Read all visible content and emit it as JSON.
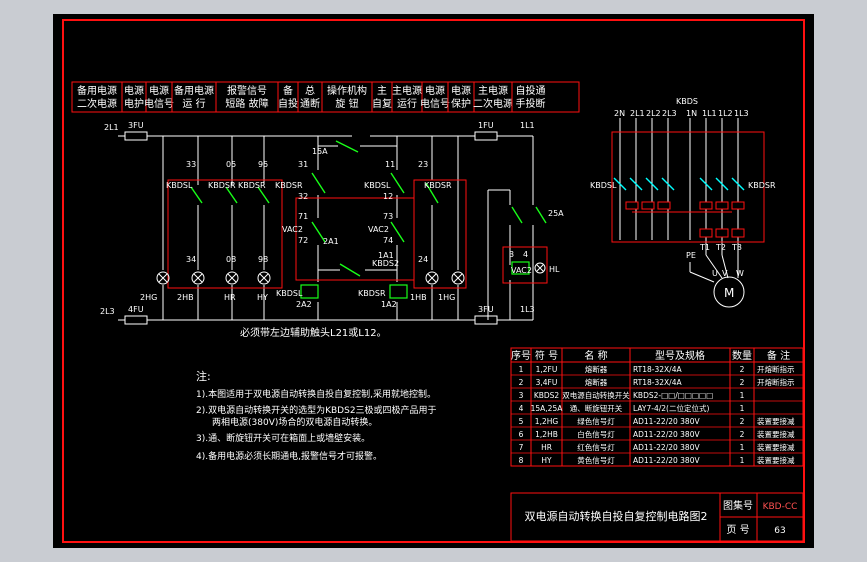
{
  "colors": {
    "background": "#000000",
    "frame": "#ff1010",
    "wire": "#ffffff",
    "contact": "#18ff18",
    "note_text": "#ffffff",
    "accent": "#ffff00",
    "component": "#00ffff",
    "page_margin": "#c9ccd2"
  },
  "header_columns": [
    {
      "top": "备用电源",
      "bottom": "二次电源"
    },
    {
      "top": "电源",
      "bottom": "电护"
    },
    {
      "top": "电源",
      "bottom": "电信号"
    },
    {
      "top": "备用电源",
      "bottom": "运    行"
    },
    {
      "top": "报警信号",
      "bottom": "短路  故障"
    },
    {
      "top": "备",
      "bottom": "自投"
    },
    {
      "top": "总",
      "bottom": "通断"
    },
    {
      "top": "操作机构",
      "bottom": "旋    钮"
    },
    {
      "top": "主",
      "bottom": "自复"
    },
    {
      "top": "主电源",
      "bottom": "运行"
    },
    {
      "top": "电源",
      "bottom": "电信号"
    },
    {
      "top": "电源",
      "bottom": "保护"
    },
    {
      "top": "主电源",
      "bottom": "二次电源"
    },
    {
      "top": "自投通",
      "bottom": "手投断"
    }
  ],
  "labels": {
    "l1_left": "2L1",
    "l3_left": "2L3",
    "fu_top_left": "3FU",
    "fu_bot_left": "4FU",
    "l1_right": "1L1",
    "l3_right": "1L3",
    "fu_top_right": "1FU",
    "fu_bot_right": "3FU",
    "n33": "33",
    "n05": "05",
    "n95": "95",
    "n31": "31",
    "n11": "11",
    "n23": "23",
    "n34": "34",
    "n08": "08",
    "n98": "98",
    "n24": "24",
    "n71": "71",
    "n72": "72",
    "n73": "73",
    "n74": "74",
    "n12": "12",
    "n32": "32",
    "n2a1": "2A1",
    "n1a1": "1A1",
    "n2a2": "2A2",
    "n1a2": "1A2",
    "kbdsl_1": "KBDSL",
    "kbdsr_1": "KBDSR",
    "kbdsr_2": "KBDSR",
    "kbdsr_3": "KBDSR",
    "kbdsl_2": "KBDSL",
    "kbdsr_4": "KBDSR",
    "kbdsl_3": "KBDSL",
    "kbdsr_5": "KBDSR",
    "kbds2": "KBDS2",
    "vac2_1": "VAC2",
    "vac2_2": "VAC2",
    "vac2_3": "VAC2",
    "sa15": "15A",
    "sa25": "25A",
    "hg2": "2HG",
    "hb2": "2HB",
    "hr": "HR",
    "hy": "HY",
    "hb1": "1HB",
    "hg1": "1HG",
    "n3": "3",
    "n4": "4",
    "hl": "HL",
    "kbds_top": "KBDS",
    "kbdsl_r": "KBDSL",
    "kbdsr_r": "KBDSR",
    "pole_2n": "2N",
    "pole_2l1": "2L1",
    "pole_2l2": "2L2",
    "pole_2l3": "2L3",
    "pole_1n": "1N",
    "pole_1l1": "1L1",
    "pole_1l2": "1L2",
    "pole_1l3": "1L3",
    "pe": "PE",
    "t1": "T1",
    "t2": "T2",
    "t3": "T3",
    "u": "U",
    "v": "V",
    "w": "W",
    "motor": "M",
    "caption": "必须带左边辅助触头L21或L12。"
  },
  "notes": {
    "title": "注:",
    "lines": [
      "1).本图适用于双电源自动转换自投自复控制,采用就地控制。",
      "2).双电源自动转换开关的选型为KBDS2三极或四极产品用于",
      "两相电源(380V)场合的双电源自动转换。",
      "3).通、断旋钮开关可在箱面上或墙壁安装。",
      "4).备用电源必须长期通电,报警信号才可报警。"
    ]
  },
  "parts_table": {
    "headers": [
      "序号",
      "符 号",
      "名 称",
      "型号及规格",
      "数量",
      "备 注"
    ],
    "rows": [
      [
        "1",
        "1,2FU",
        "熔断器",
        "RT18-32X/4A",
        "2",
        "开熔断指示"
      ],
      [
        "2",
        "3,4FU",
        "熔断器",
        "RT18-32X/4A",
        "2",
        "开熔断指示"
      ],
      [
        "3",
        "KBDS2",
        "双电源自动转换开关",
        "KBDS2-□□/□□□□□",
        "1",
        ""
      ],
      [
        "4",
        "15A,25A",
        "通、断旋钮开关",
        "LAY7-4/2(二位定位式)",
        "1",
        ""
      ],
      [
        "5",
        "1,2HG",
        "绿色信号灯",
        "AD11-22/20 380V",
        "2",
        "装置要接减"
      ],
      [
        "6",
        "1,2HB",
        "白色信号灯",
        "AD11-22/20 380V",
        "2",
        "装置要接减"
      ],
      [
        "7",
        "HR",
        "红色信号灯",
        "AD11-22/20 380V",
        "1",
        "装置要接减"
      ],
      [
        "8",
        "HY",
        "黄色信号灯",
        "AD11-22/20 380V",
        "1",
        "装置要接减"
      ]
    ]
  },
  "title_block": {
    "title": "双电源自动转换自投自复控制电路图2",
    "drawing_no_label": "图集号",
    "drawing_no": "KBD-CC",
    "page_label": "页 号",
    "page": "63"
  }
}
